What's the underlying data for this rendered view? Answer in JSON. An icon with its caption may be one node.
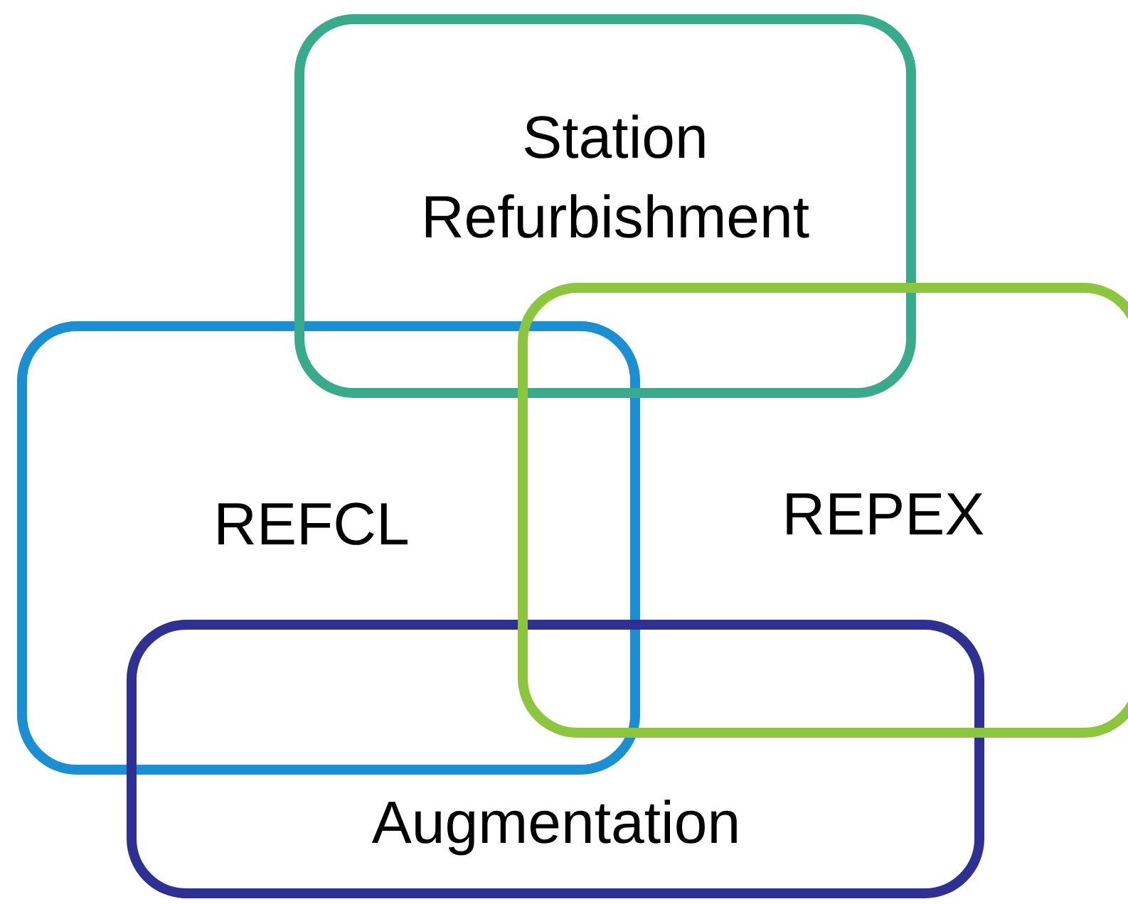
{
  "diagram": {
    "nodes": [
      {
        "text": [
          "Station Refurbishment"
        ]
      },
      {
        "text": [
          "REFCL"
        ]
      },
      {
        "text": [
          "REPEX"
        ]
      },
      {
        "text": [
          "Augmentation"
        ]
      }
    ],
    "edges": []
  }
}
